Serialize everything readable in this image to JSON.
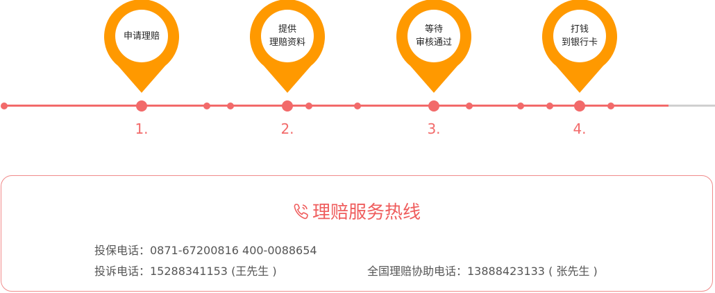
{
  "steps": [
    {
      "lines": [
        "申请理赔"
      ],
      "number": "1."
    },
    {
      "lines": [
        "提供",
        "理赔资料"
      ],
      "number": "2."
    },
    {
      "lines": [
        "等待",
        "审核通过"
      ],
      "number": "3."
    },
    {
      "lines": [
        "打钱",
        "到银行卡"
      ],
      "number": "4."
    }
  ],
  "hotline": {
    "title": "理赔服务热线",
    "icon": "phone-icon",
    "insure_phone": "投保电话：0871-67200816 400-0088654",
    "complaint_phone": "投诉电话：15288341153 (王先生 )",
    "assist_phone": "全国理赔协助电话：13888423133 ( 张先生 )"
  },
  "colors": {
    "pin": "#ff9900",
    "track": "#f26a6a",
    "track_rest": "#cfcfcf",
    "accent": "#ef5d5d",
    "box_border": "#f08a8a"
  }
}
